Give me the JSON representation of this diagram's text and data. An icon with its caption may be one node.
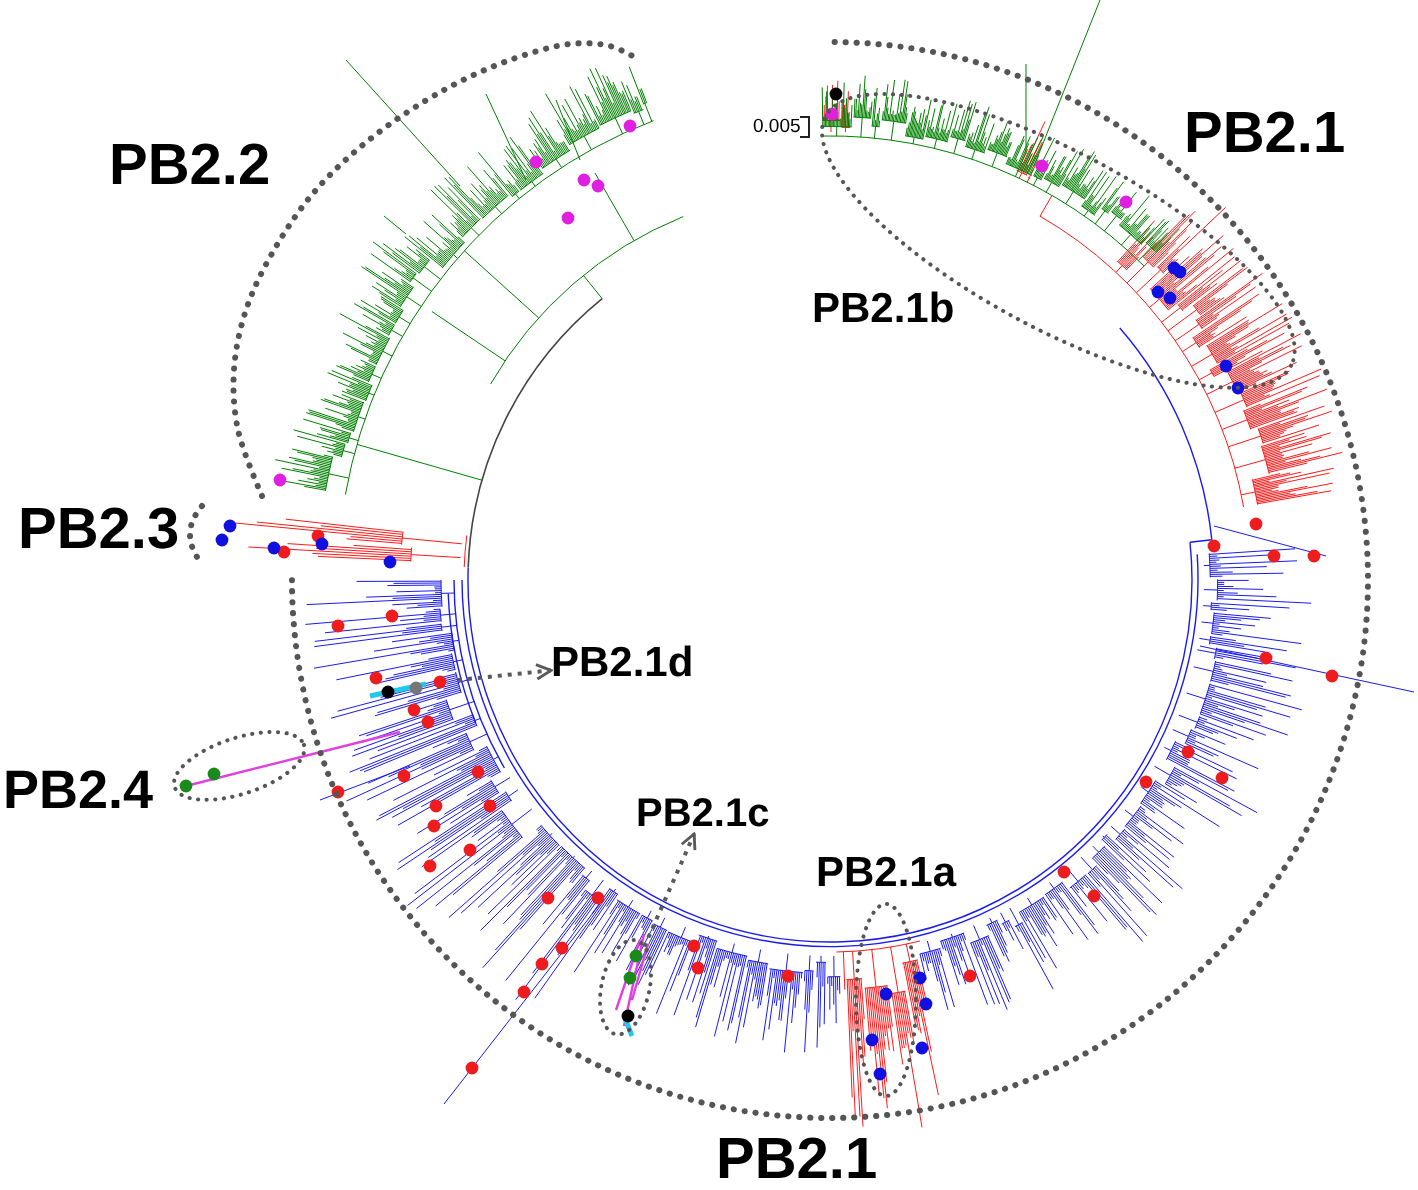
{
  "diagram": {
    "nodes": [
      {
        "text": [
          "PB2.1b"
        ]
      },
      {
        "text": [
          "PB2.1d"
        ]
      },
      {
        "text": [
          "PB2.4"
        ]
      },
      {
        "text": [
          "PB2.1c"
        ]
      },
      {
        "text": [
          "PB2.1a"
        ]
      },
      {
        "text": [],
        "shape": "ellipse"
      }
    ],
    "edges": [
      {
        "from": null,
        "to": 1,
        "arrow": "to",
        "style": "dashed"
      },
      {
        "from": 5,
        "to": 3,
        "arrow": "to",
        "style": "dashed"
      }
    ],
    "labels": [
      "PB2.2",
      "0.005",
      "PB2.1",
      "PB2.3",
      "PB2.1"
    ]
  }
}
